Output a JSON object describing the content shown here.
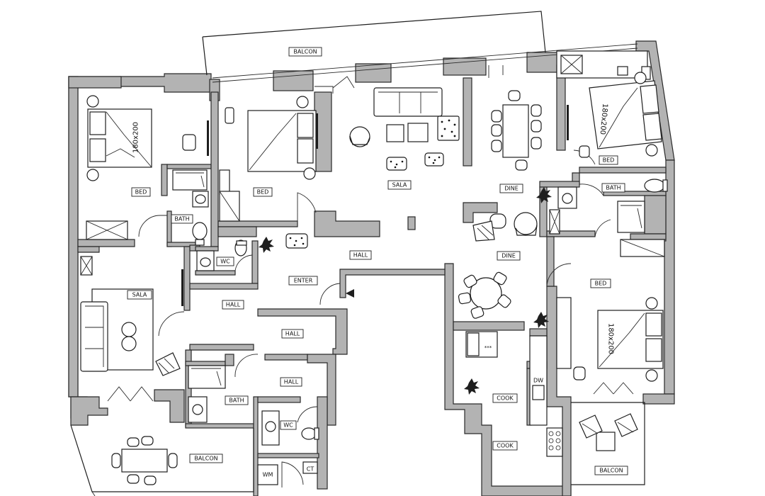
{
  "plan": {
    "rooms": {
      "balcon_top": "BALCON",
      "bed_topleft": "BED",
      "bath_left": "BATH",
      "bed_center": "BED",
      "sala_center": "SALA",
      "dine_top": "DINE",
      "bed_topright": "BED",
      "bath_right": "BATH",
      "wc_center": "WC",
      "hall_center": "HALL",
      "dine_mid": "DINE",
      "enter": "ENTER",
      "sala_left": "SALA",
      "hall_left": "HALL",
      "hall_mid": "HALL",
      "bed_right": "BED",
      "hall_low": "HALL",
      "bath_low": "BATH",
      "wc_low": "WC",
      "cook_upper": "COOK",
      "cook_lower": "COOK",
      "balcon_left": "BALCON",
      "balcon_right": "BALCON",
      "wm": "WM",
      "ct": "CT",
      "dw": "DW",
      "hob": "***"
    },
    "bed_sizes": {
      "bed_topleft": "180x200",
      "bed_topright": "180x200",
      "bed_right": "180x200"
    }
  }
}
